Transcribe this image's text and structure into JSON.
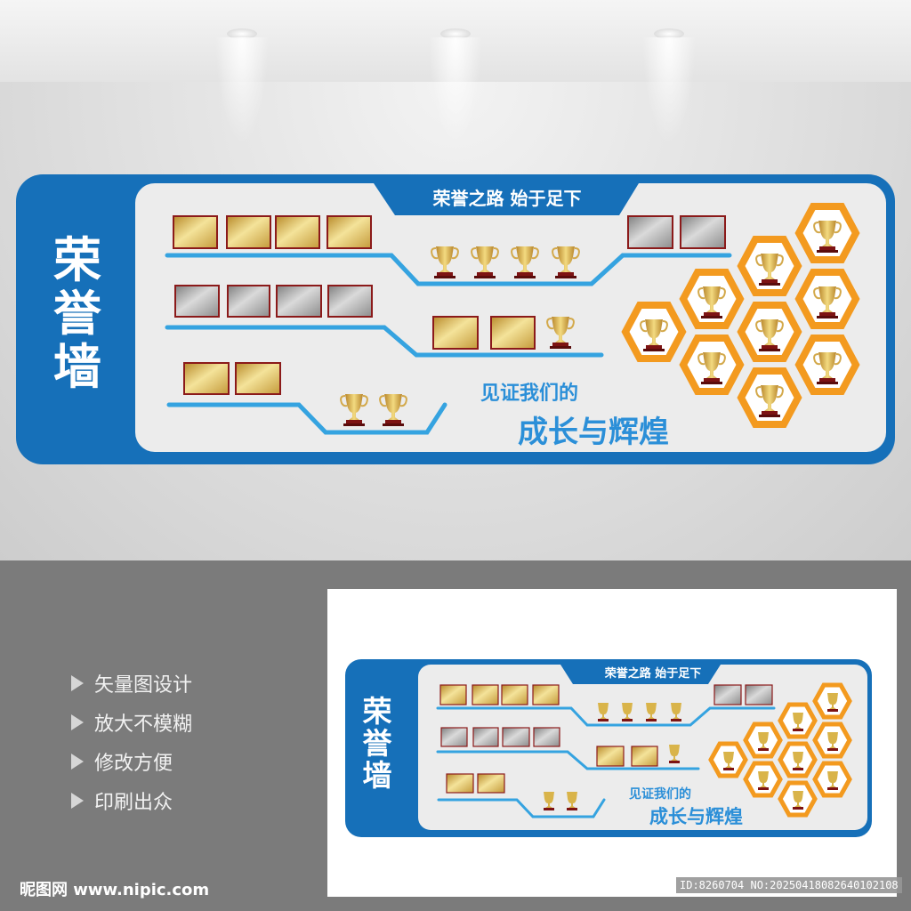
{
  "wall": {
    "title": "荣誉墙",
    "banner": "荣誉之路 始于足下",
    "subtitle": "见证我们的",
    "slogan": "成长与辉煌"
  },
  "preview": {
    "title": "荣誉墙",
    "banner": "荣誉之路 始于足下",
    "subtitle": "见证我们的",
    "slogan": "成长与辉煌"
  },
  "features": [
    "矢量图设计",
    "放大不模糊",
    "修改方便",
    "印刷出众"
  ],
  "watermark": "昵图网 www.nipic.com",
  "image_id": "ID:8260704 NO:20250418082640102108",
  "colors": {
    "primary_blue": "#1670b9",
    "line_blue": "#35a3e0",
    "hex_orange": "#f39a1f",
    "gold_start": "#c89b3a",
    "gold_end": "#f2df8e",
    "silver_start": "#8c8c8c",
    "silver_end": "#d6d6d6",
    "frame_red": "#8b1a1a"
  },
  "icons": {
    "trophy": "trophy-icon",
    "bullet": "triangle-bullet-icon"
  }
}
